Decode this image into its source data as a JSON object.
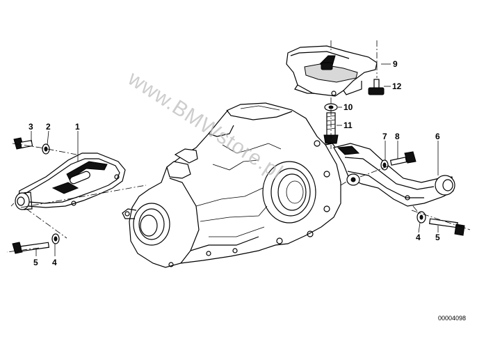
{
  "diagram": {
    "watermark": "www.BMWstore.pl",
    "reference_number": "00004098",
    "callouts": {
      "c1": "1",
      "c2": "2",
      "c3": "3",
      "c4a": "4",
      "c5a": "5",
      "c4b": "4",
      "c5b": "5",
      "c6": "6",
      "c7": "7",
      "c8": "8",
      "c9": "9",
      "c10": "10",
      "c11": "11",
      "c12": "12"
    }
  }
}
